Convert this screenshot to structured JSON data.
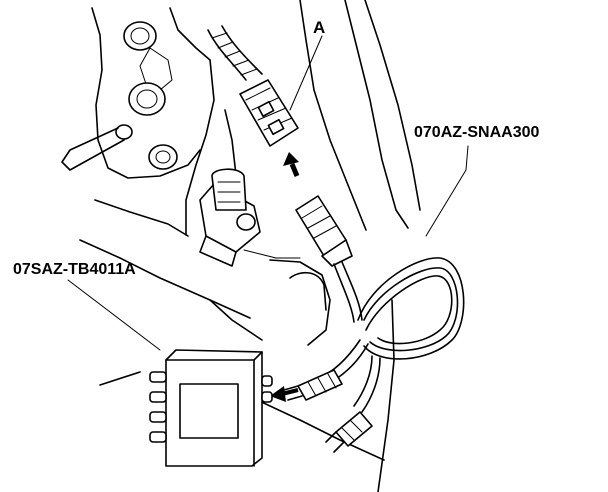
{
  "callouts": {
    "connector_a": "A",
    "harness_cable": "070AZ-SNAA300",
    "test_box": "07SAZ-TB4011A"
  }
}
